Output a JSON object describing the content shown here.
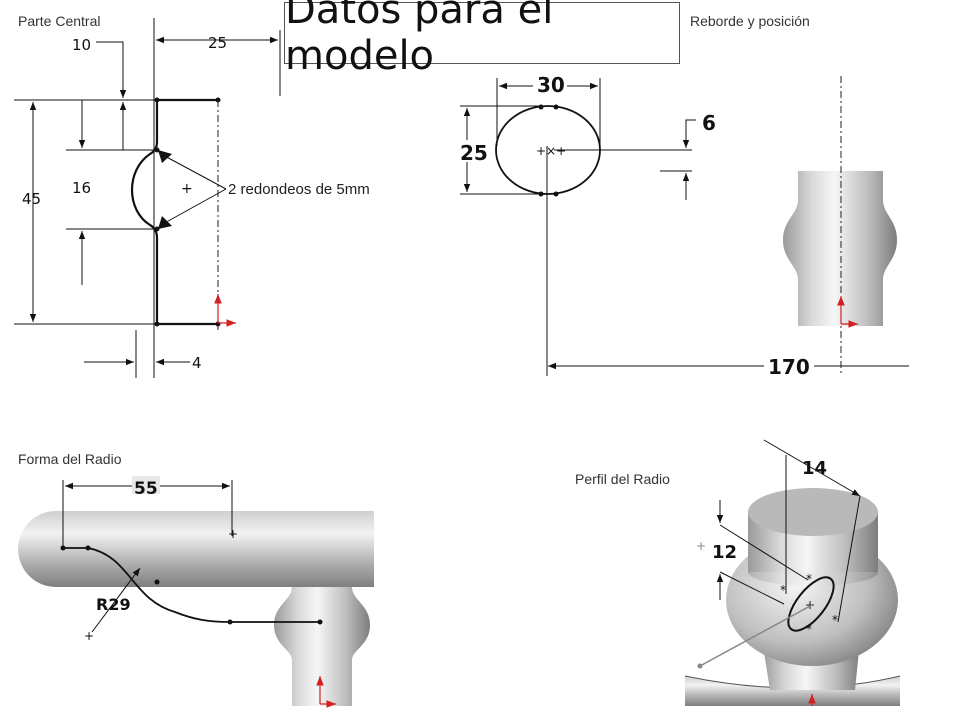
{
  "title": "Datos para el modelo",
  "sections": {
    "central": "Parte Central",
    "reborde": "Reborde y posición",
    "forma": "Forma del Radio",
    "perfil": "Perfil del Radio"
  },
  "central": {
    "dim_10": "10",
    "dim_25": "25",
    "dim_45": "45",
    "dim_16": "16",
    "dim_4": "4",
    "note": "2 redondeos de 5mm"
  },
  "reborde": {
    "dim_30": "30",
    "dim_25": "25",
    "dim_6": "6",
    "dim_170": "170"
  },
  "forma": {
    "dim_55": "55",
    "radius": "R29"
  },
  "perfil": {
    "dim_14": "14",
    "dim_12": "12"
  },
  "colors": {
    "origin": "#d42020",
    "ink": "#111111"
  }
}
